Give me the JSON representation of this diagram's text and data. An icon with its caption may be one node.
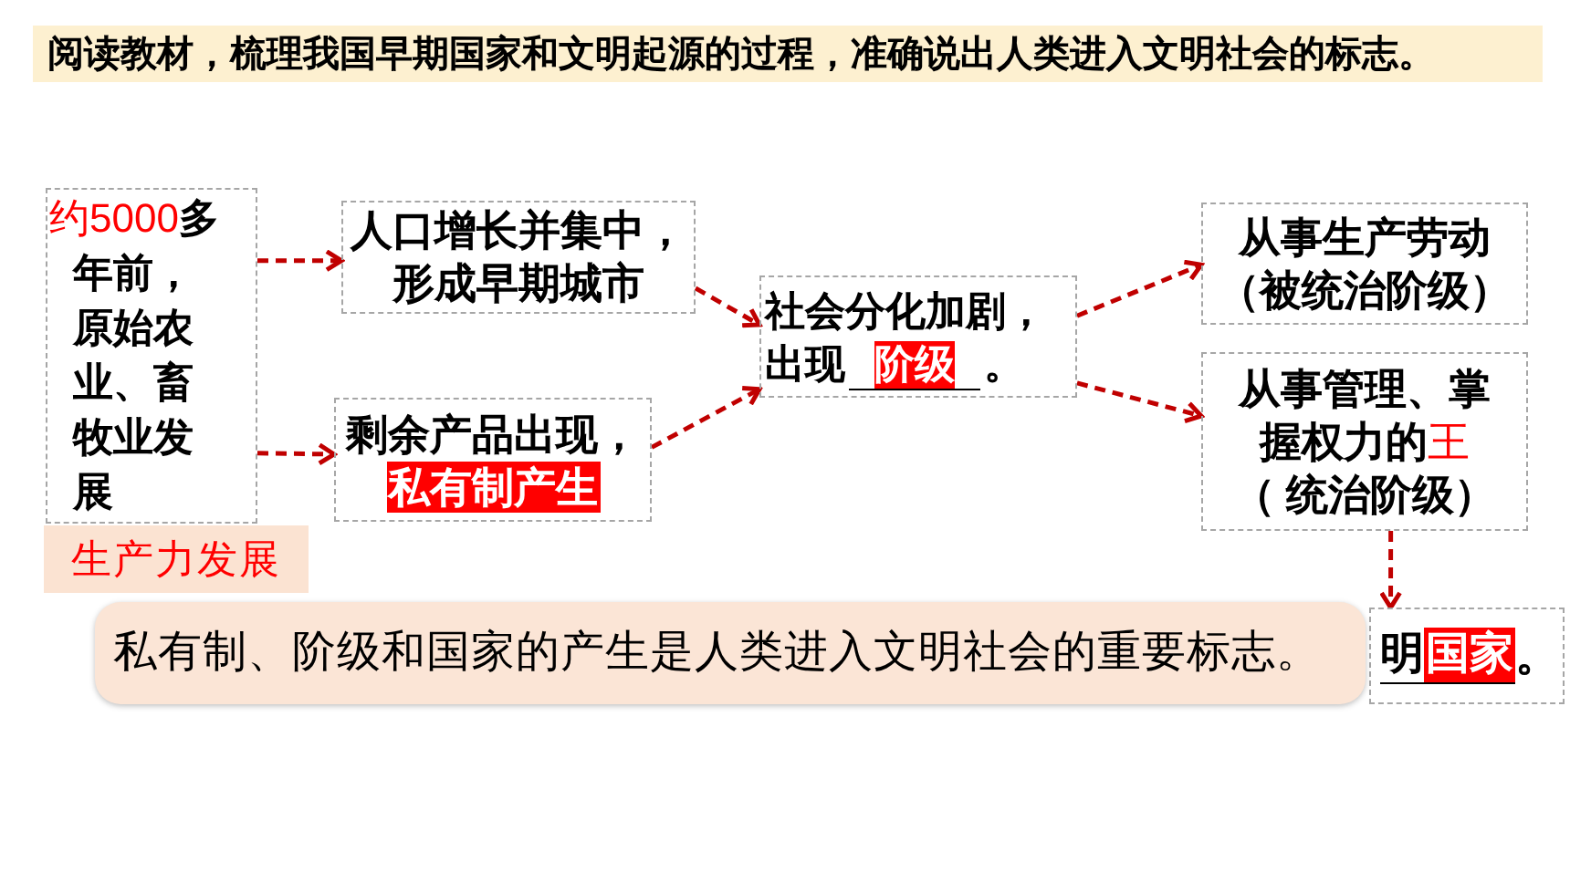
{
  "diagram": {
    "title": "阅读教材，梳理我国早期国家和文明起源的过程，准确说出人类进入文明社会的标志。",
    "nodes": [
      {
        "text": [
          "约5000**多年前，原始农业、畜牧业发展**"
        ]
      },
      {
        "text": [
          "生产力发展"
        ]
      },
      {
        "text": [
          "人口增长并集中，形成早期城市"
        ]
      },
      {
        "text": [
          "剩余产品出现，",
          "私有制产生"
        ]
      },
      {
        "text": [
          "社会分化加剧，",
          "出现",
          "阶级",
          "。"
        ]
      },
      {
        "text": [
          "从事生产劳动",
          "（被统治阶级）"
        ]
      },
      {
        "text": [
          "**从事管理、掌握权力的**王",
          "（ 统治阶级）"
        ]
      },
      {
        "text": [
          "私有制、阶级和国家的产生是人类进入文明社会的重要标志。"
        ]
      },
      {
        "text": [
          "明",
          "国家",
          "。"
        ]
      }
    ],
    "edges": [
      {
        "from": 0,
        "to": 2,
        "arrow": "to",
        "style": "dashed"
      },
      {
        "from": 0,
        "to": 3,
        "arrow": "to",
        "style": "dashed"
      },
      {
        "from": 2,
        "to": 4,
        "arrow": "to",
        "style": "dashed"
      },
      {
        "from": 3,
        "to": 4,
        "arrow": "to",
        "style": "dashed"
      },
      {
        "from": 4,
        "to": 5,
        "arrow": "to",
        "style": "dashed"
      },
      {
        "from": 4,
        "to": 6,
        "arrow": "to",
        "style": "dashed"
      },
      {
        "from": 6,
        "to": 8,
        "arrow": "to",
        "style": "dashed"
      }
    ]
  }
}
